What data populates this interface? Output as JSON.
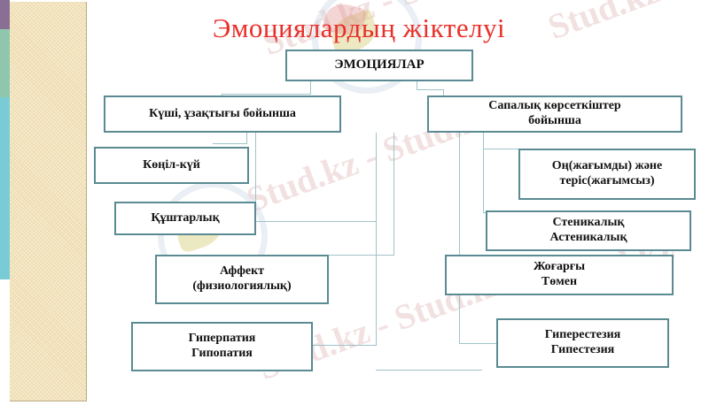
{
  "slide": {
    "title": "Эмоциялардың жіктелуі",
    "title_color": "#e8302a",
    "box_border_color": "#5a8a92",
    "connector_color": "#9fc3c9",
    "panel_color": "#f2e2b8",
    "background": "#ffffff"
  },
  "watermarks": {
    "text_a": "Stud.kz - Stud.kz",
    "text_b": "Stud.kz - Stud.kz",
    "text_c": "Stud.kz - Stud.kz",
    "text_d": "Stud.kz",
    "text_e": "Stud.kz - Stud.kz",
    "color": "#e8c9c9"
  },
  "edge_strip": {
    "purple": "#8a6f95",
    "green": "#8fc7ae",
    "cyan": "#79ccd6"
  },
  "nodes": {
    "root": {
      "label": "ЭМОЦИЯЛАР"
    },
    "branch_left": {
      "label": "Күші, ұзақтығы бойынша"
    },
    "branch_right": {
      "line1": "Сапалық көрсеткіштер",
      "line2": "бойынша"
    },
    "left_1": {
      "label": "Көңіл-күй"
    },
    "left_2": {
      "label": "Құштарлық"
    },
    "left_3": {
      "line1": "Аффект",
      "line2": "(физиологиялық)"
    },
    "left_4": {
      "line1": "Гиперпатия",
      "line2": "Гипопатия"
    },
    "right_1": {
      "line1": "Оң(жағымды) және",
      "line2": "теріс(жағымсыз)"
    },
    "right_2": {
      "line1": "Стеникалық",
      "line2": "Астеникалық"
    },
    "right_3": {
      "line1": "Жоғарғы",
      "line2": "Төмен"
    },
    "right_4": {
      "line1": "Гиперестезия",
      "line2": "Гипестезия"
    }
  }
}
